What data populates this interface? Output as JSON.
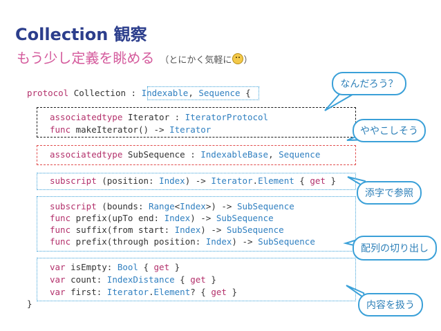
{
  "title": "Collection 観察",
  "subtitle": {
    "main": "もう少し定義を眺める",
    "aside_open": "（とにかく気軽に",
    "aside_close": "）",
    "emoji_icon": "slightly-smiling-face-emoji"
  },
  "code": {
    "line1": {
      "kw": "protocol",
      "name": " Collection : ",
      "t1": "Indexable",
      "sep": ", ",
      "t2": "Sequence",
      "end": " {"
    },
    "line2": {
      "kw": "associatedtype",
      "name": " Iterator : ",
      "t1": "IteratorProtocol"
    },
    "line3": {
      "kw": "func",
      "name": " makeIterator() -> ",
      "t1": "Iterator"
    },
    "line4": {
      "kw": "associatedtype",
      "name": " SubSequence : ",
      "t1": "IndexableBase",
      "sep": ", ",
      "t2": "Sequence"
    },
    "line5": {
      "kw": "subscript",
      "a": " (position: ",
      "t1": "Index",
      "b": ") -> ",
      "t2": "Iterator",
      "c": ".",
      "t3": "Element",
      "d": " { ",
      "kw2": "get",
      "e": " }"
    },
    "line6": {
      "kw": "subscript",
      "a": " (bounds: ",
      "t1": "Range",
      "b": "<",
      "t2": "Index",
      "c": ">) -> ",
      "t3": "SubSequence"
    },
    "line7": {
      "kw": "func",
      "a": " prefix(upTo end: ",
      "t1": "Index",
      "b": ") -> ",
      "t2": "SubSequence"
    },
    "line8": {
      "kw": "func",
      "a": " suffix(from start: ",
      "t1": "Index",
      "b": ") -> ",
      "t2": "SubSequence"
    },
    "line9": {
      "kw": "func",
      "a": " prefix(through position: ",
      "t1": "Index",
      "b": ") -> ",
      "t2": "SubSequence"
    },
    "line10": {
      "kw": "var",
      "a": " isEmpty: ",
      "t1": "Bool",
      "b": " { ",
      "kw2": "get",
      "c": " }"
    },
    "line11": {
      "kw": "var",
      "a": " count: ",
      "t1": "IndexDistance",
      "b": " { ",
      "kw2": "get",
      "c": " }"
    },
    "line12": {
      "kw": "var",
      "a": " first: ",
      "t1": "Iterator",
      "b": ".",
      "t2": "Element",
      "c": "? { ",
      "kw2": "get",
      "d": " }"
    },
    "line13": "}"
  },
  "bubbles": {
    "b1": "なんだろう？",
    "b2": "ややこしそう",
    "b3": "添字で参照",
    "b4": "配列の切り出し",
    "b5": "内容を扱う"
  },
  "colors": {
    "title": "#2c3e8c",
    "subtitle": "#d45a9c",
    "keyword": "#b3306b",
    "type": "#2f7fc0",
    "bubble_border": "#3aa0d8"
  }
}
